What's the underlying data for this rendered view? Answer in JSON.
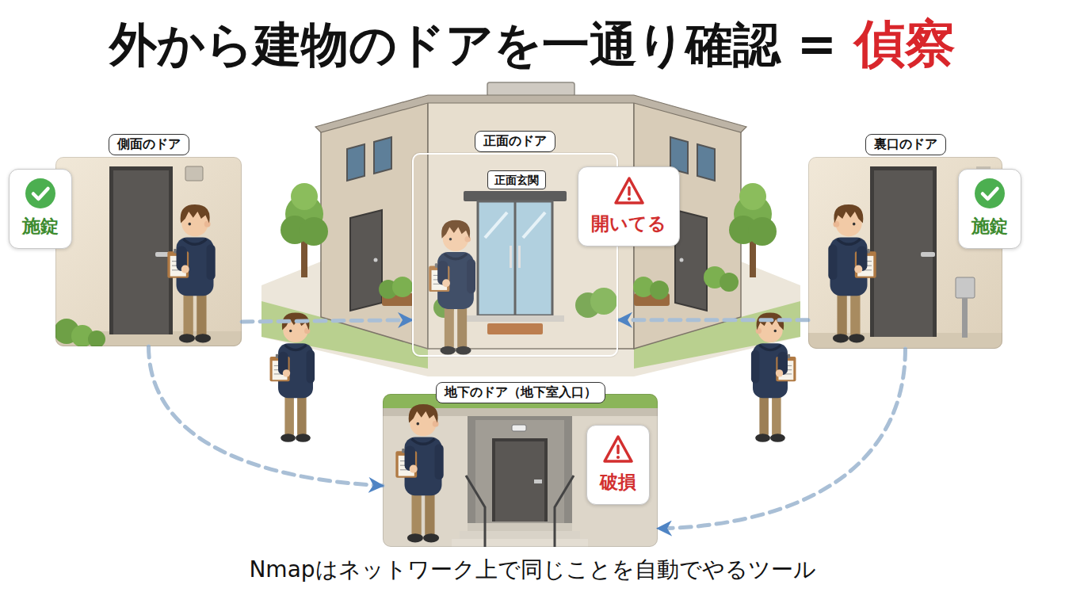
{
  "diagram": {
    "title": "外から建物のドアを一通り確認 =",
    "caption": "Nmapはネットワーク上で同じことを自動でやるツール",
    "nodes": [
      {
        "text": [
          "側面のドア"
        ]
      },
      {
        "text": [
          "施錠"
        ],
        "in": 0
      },
      {
        "text": [
          "正面のドア"
        ]
      },
      {
        "text": [
          "正面玄関"
        ],
        "in": 2
      },
      {
        "text": [
          "開いてる"
        ],
        "in": 2
      },
      {
        "text": [
          "裏口のドア"
        ]
      },
      {
        "text": [
          "施錠"
        ],
        "in": 5
      },
      {
        "text": [
          "地下のドア（地下室入口）"
        ]
      },
      {
        "text": [
          "破損"
        ],
        "in": 7
      }
    ],
    "edges": [
      {
        "from": 0,
        "to": 2,
        "arrow": "to"
      },
      {
        "from": 5,
        "to": 2,
        "arrow": "to"
      },
      {
        "from": 0,
        "to": 7,
        "arrow": "to"
      },
      {
        "from": 5,
        "to": 7,
        "arrow": "to"
      }
    ],
    "labels": [
      "偵察"
    ]
  }
}
